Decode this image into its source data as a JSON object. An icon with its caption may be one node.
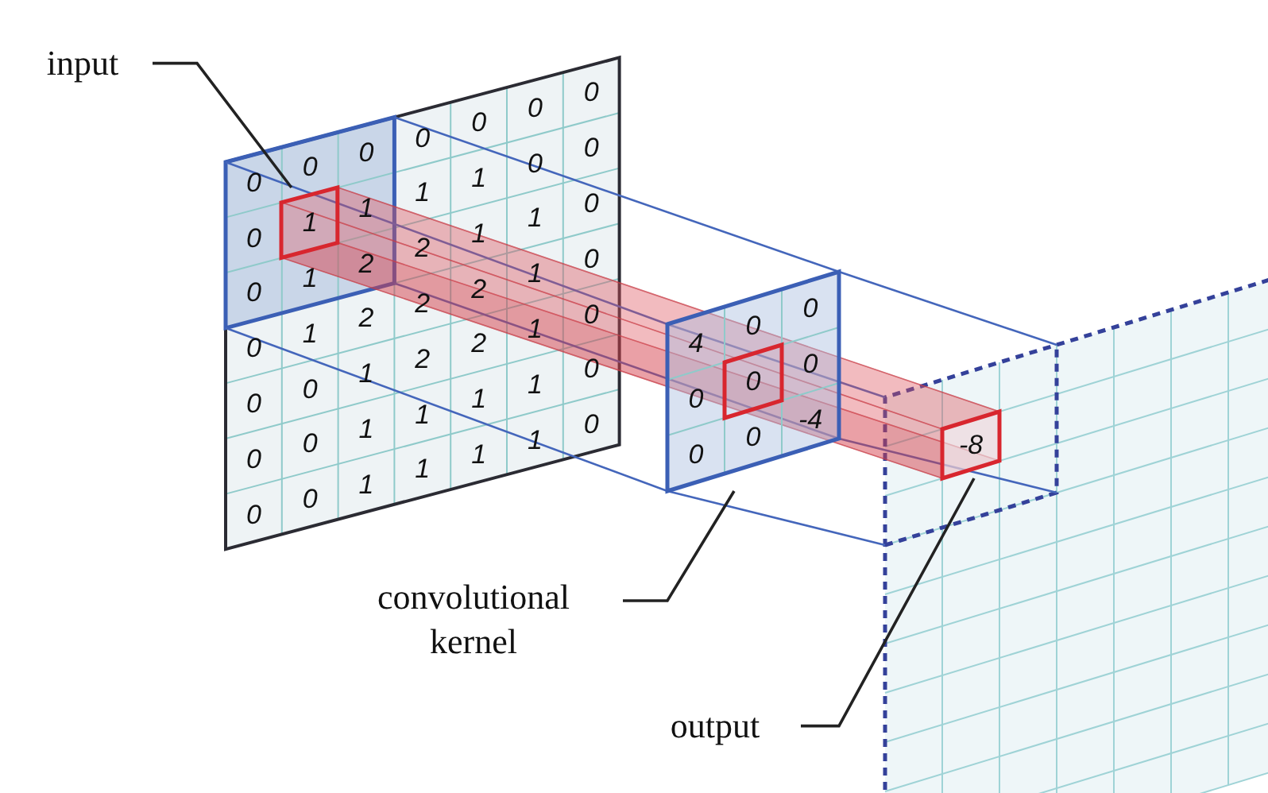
{
  "diagram": {
    "nodes": [
      {
        "text": [
          "input"
        ]
      },
      {
        "text": [
          "1"
        ]
      },
      {
        "text": [
          "convolutional kernel"
        ]
      },
      {
        "text": [
          "4",
          "0",
          "0",
          "0",
          "0",
          "0",
          "0",
          "0",
          "-4"
        ]
      },
      {
        "text": [
          "output"
        ]
      },
      {
        "text": [
          "-8"
        ]
      }
    ],
    "edges": [
      {
        "from": 0,
        "to": 1,
        "arrow": "none"
      },
      {
        "from": 2,
        "to": 3,
        "arrow": "none"
      },
      {
        "from": 4,
        "to": 5,
        "arrow": "none"
      }
    ],
    "labels": [
      "0",
      "0",
      "0",
      "0",
      "0",
      "0",
      "0",
      "0",
      "1",
      "1",
      "1",
      "0",
      "0",
      "0",
      "1",
      "2",
      "2",
      "1",
      "1",
      "0",
      "0",
      "1",
      "2",
      "2",
      "2",
      "1",
      "0",
      "0",
      "0",
      "1",
      "2",
      "2",
      "1",
      "0",
      "0",
      "0",
      "1",
      "1",
      "1",
      "1",
      "0",
      "0",
      "0",
      "1",
      "1",
      "1",
      "1",
      "0"
    ]
  }
}
